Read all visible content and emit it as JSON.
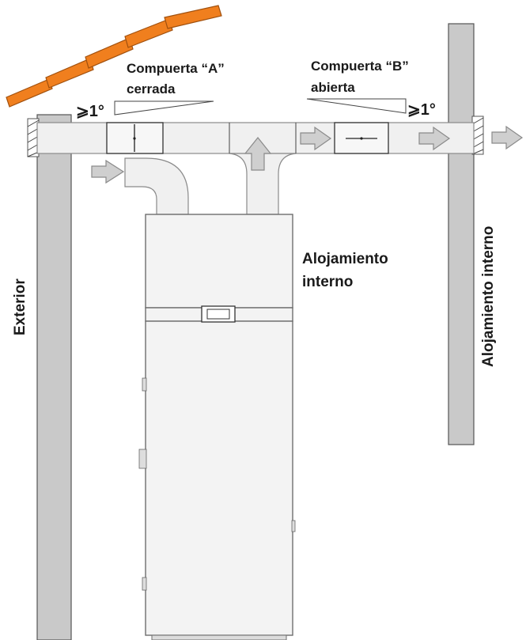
{
  "labels": {
    "damper_a_line1": "Compuerta “A”",
    "damper_a_line2": "cerrada",
    "damper_b_line1": "Compuerta “B”",
    "damper_b_line2": "abierta",
    "slope_a": "⩾1°",
    "slope_b": "⩾1°",
    "exterior": "Exterior",
    "internal_room_line1": "Alojamiento",
    "internal_room_line2": "interno",
    "internal_room_vertical": "Alojamiento interno"
  },
  "colors": {
    "roof_tile": "#f07f1e",
    "roof_tile_stroke": "#a0500e",
    "wall": "#c9c9c9",
    "duct": "#f0f0f0",
    "arrow": "#cfcfcf"
  },
  "icons": {
    "flow_arrow": "block-arrow",
    "damper": "damper-box",
    "control_panel": "display-panel"
  }
}
